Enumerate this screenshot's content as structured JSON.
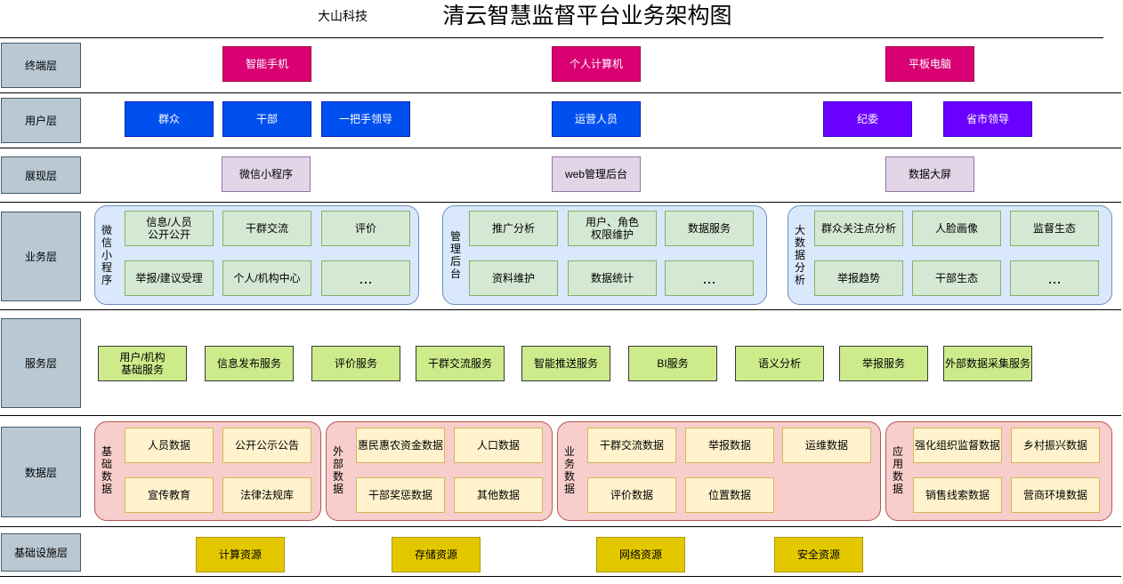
{
  "company": "大山科技",
  "title": "清云智慧监督平台业务架构图",
  "layers": {
    "terminal": "终端层",
    "user": "用户层",
    "display": "展现层",
    "business": "业务层",
    "service": "服务层",
    "data": "数据层",
    "infra": "基础设施层"
  },
  "terminal": [
    "智能手机",
    "个人计算机",
    "平板电脑"
  ],
  "users": [
    "群众",
    "干部",
    "一把手领导",
    "运营人员",
    "纪委",
    "省市领导"
  ],
  "display": [
    "微信小程序",
    "web管理后台",
    "数据大屏"
  ],
  "business": {
    "mini": {
      "label": "微\n信\n小\n程\n序",
      "items": [
        "信息/人员\n公开公开",
        "干群交流",
        "评价",
        "举报/建议受理",
        "个人/机构中心",
        "..."
      ]
    },
    "admin": {
      "label": "管\n理\n后\n台",
      "items": [
        "推广分析",
        "用户、角色\n权限维护",
        "数据服务",
        "资料维护",
        "数据统计",
        "..."
      ]
    },
    "bigdata": {
      "label": "大\n数\n据\n分\n析",
      "items": [
        "群众关注点分析",
        "人脸画像",
        "监督生态",
        "举报趋势",
        "干部生态",
        "..."
      ]
    }
  },
  "services": [
    "用户/机构\n基础服务",
    "信息发布服务",
    "评价服务",
    "干群交流服务",
    "智能推送服务",
    "BI服务",
    "语义分析",
    "举报服务",
    "外部数据采集服务"
  ],
  "data": {
    "base": {
      "label": "基\n础\n数\n据",
      "items": [
        "人员数据",
        "公开公示公告",
        "宣传教育",
        "法律法规库"
      ]
    },
    "external": {
      "label": "外\n部\n数\n据",
      "items": [
        "惠民惠农资金数据",
        "人口数据",
        "干部奖惩数据",
        "其他数据"
      ]
    },
    "business": {
      "label": "业\n务\n数\n据",
      "items": [
        "干群交流数据",
        "举报数据",
        "运维数据",
        "评价数据",
        "位置数据"
      ]
    },
    "application": {
      "label": "应\n用\n数\n据",
      "items": [
        "强化组织监督数据",
        "乡村振兴数据",
        "销售线索数据",
        "营商环境数据"
      ]
    }
  },
  "infra": [
    "计算资源",
    "存储资源",
    "网络资源",
    "安全资源"
  ],
  "colors": {
    "terminal": "#d80073",
    "user_blue": "#0050ef",
    "user_purple": "#6a00ff",
    "display": "#e1d5e7",
    "layer_label": "#b9c8d3",
    "group_blue": "#dae8fc",
    "group_red": "#f8cecc",
    "business_item": "#d5e8d4",
    "service_item": "#cdeb8b",
    "data_item": "#fff2cc",
    "infra_item": "#e3c800"
  }
}
